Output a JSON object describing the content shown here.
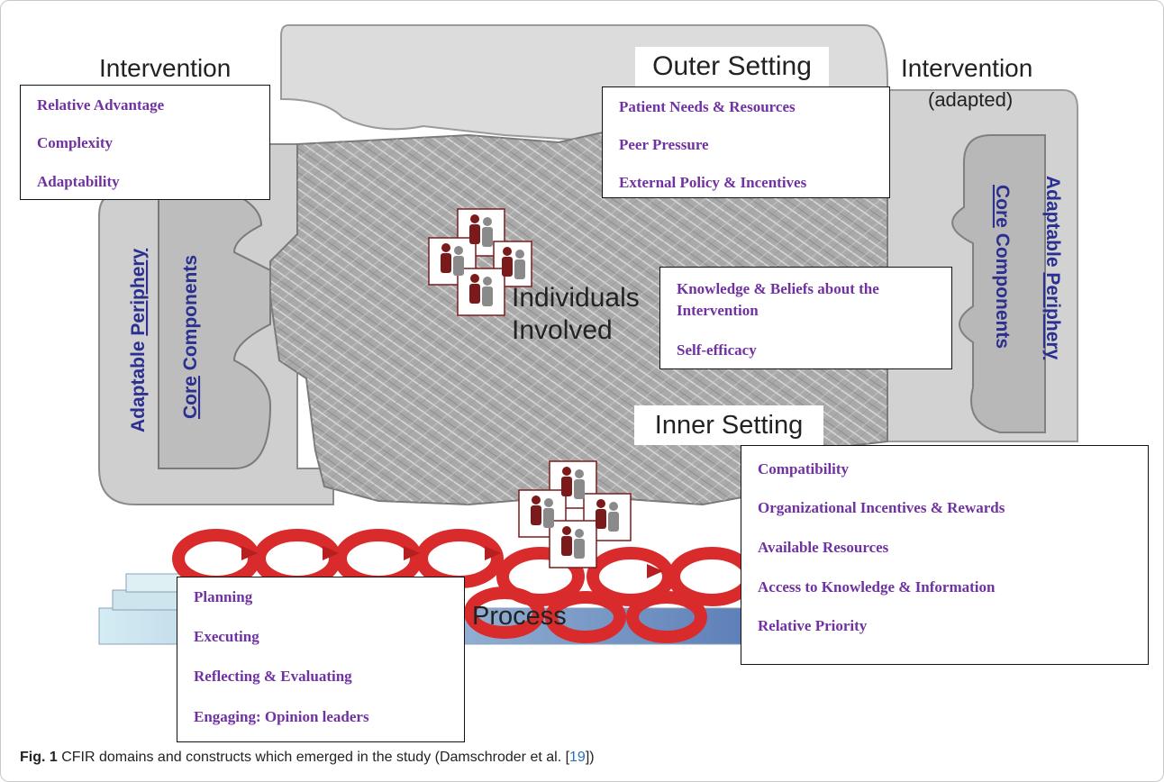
{
  "labels": {
    "intervention": "Intervention",
    "outer_setting": "Outer Setting",
    "intervention_adapted_line1": "Intervention",
    "intervention_adapted_line2": "(adapted)",
    "adaptable_periphery_prefix": "Adaptable ",
    "adaptable_periphery_underlined": "Periphery",
    "core_components_underlined": "Core",
    "core_components_suffix": " Components",
    "individuals_line1": "Individuals",
    "individuals_line2": "Involved",
    "inner_setting": "Inner Setting",
    "process": "Process"
  },
  "boxes": {
    "intervention": [
      "Relative Advantage",
      "Complexity",
      "Adaptability"
    ],
    "outer_setting": [
      "Patient Needs & Resources",
      "Peer Pressure",
      "External Policy & Incentives"
    ],
    "individuals": [
      "Knowledge & Beliefs about the",
      "Intervention",
      "Self-efficacy"
    ],
    "inner_setting": [
      "Compatibility",
      "Organizational Incentives & Rewards",
      "Available Resources",
      "Access to Knowledge & Information",
      "Relative Priority"
    ],
    "process": [
      "Planning",
      "Executing",
      "Reflecting & Evaluating",
      "Engaging: Opinion leaders"
    ]
  },
  "caption": {
    "fig": "Fig. 1",
    "text": " CFIR domains and constructs which emerged in the study (Damschroder et al. [",
    "ref": "19",
    "end": "])"
  },
  "colors": {
    "construct_text": "#7032a0",
    "periphery_text": "#2b2f8f",
    "arrow_red": "#d92b2b",
    "people_red": "#7a1a1a"
  }
}
